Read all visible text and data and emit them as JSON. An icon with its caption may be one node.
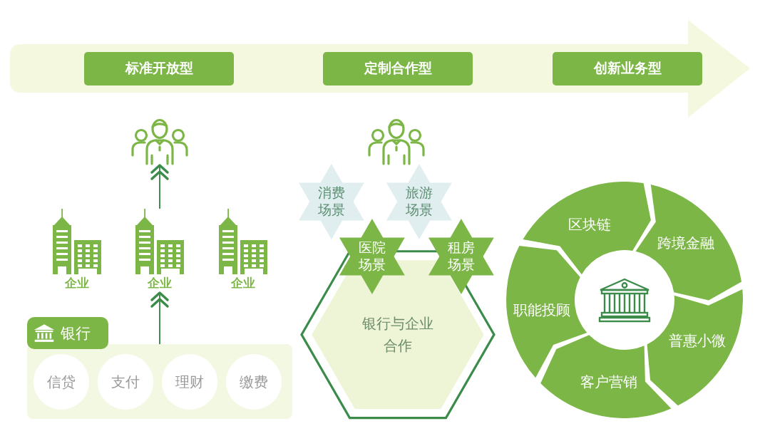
{
  "diagram": {
    "nodes": [
      {
        "text": [
          "标准开放型"
        ]
      },
      {
        "text": [
          "定制合作型"
        ]
      },
      {
        "text": [
          "创新业务型"
        ]
      },
      {
        "text": [],
        "shape": "person"
      },
      {
        "text": [
          "企业"
        ]
      },
      {
        "text": [
          "企业"
        ]
      },
      {
        "text": [
          "企业"
        ]
      },
      {
        "text": [
          "银行"
        ]
      },
      {
        "text": [
          "信贷"
        ],
        "in": 7
      },
      {
        "text": [
          "支付"
        ],
        "in": 7
      },
      {
        "text": [
          "理财"
        ],
        "in": 7
      },
      {
        "text": [
          "缴费"
        ],
        "in": 7
      },
      {
        "text": [
          "消费场景"
        ]
      },
      {
        "text": [
          "旅游场景"
        ]
      },
      {
        "text": [
          "医院场景"
        ]
      },
      {
        "text": [
          "租房场景"
        ]
      },
      {
        "text": [
          "银行与企业合作"
        ]
      },
      {
        "text": [
          "区块链"
        ]
      },
      {
        "text": [
          "跨境金融"
        ]
      },
      {
        "text": [
          "职能投顾"
        ]
      },
      {
        "text": [
          "普惠小微"
        ]
      },
      {
        "text": [
          "客户营销"
        ]
      }
    ],
    "edges": [
      {
        "from": 5,
        "to": 3,
        "arrow": "to"
      },
      {
        "from": 7,
        "to": 5,
        "arrow": "to"
      }
    ]
  }
}
